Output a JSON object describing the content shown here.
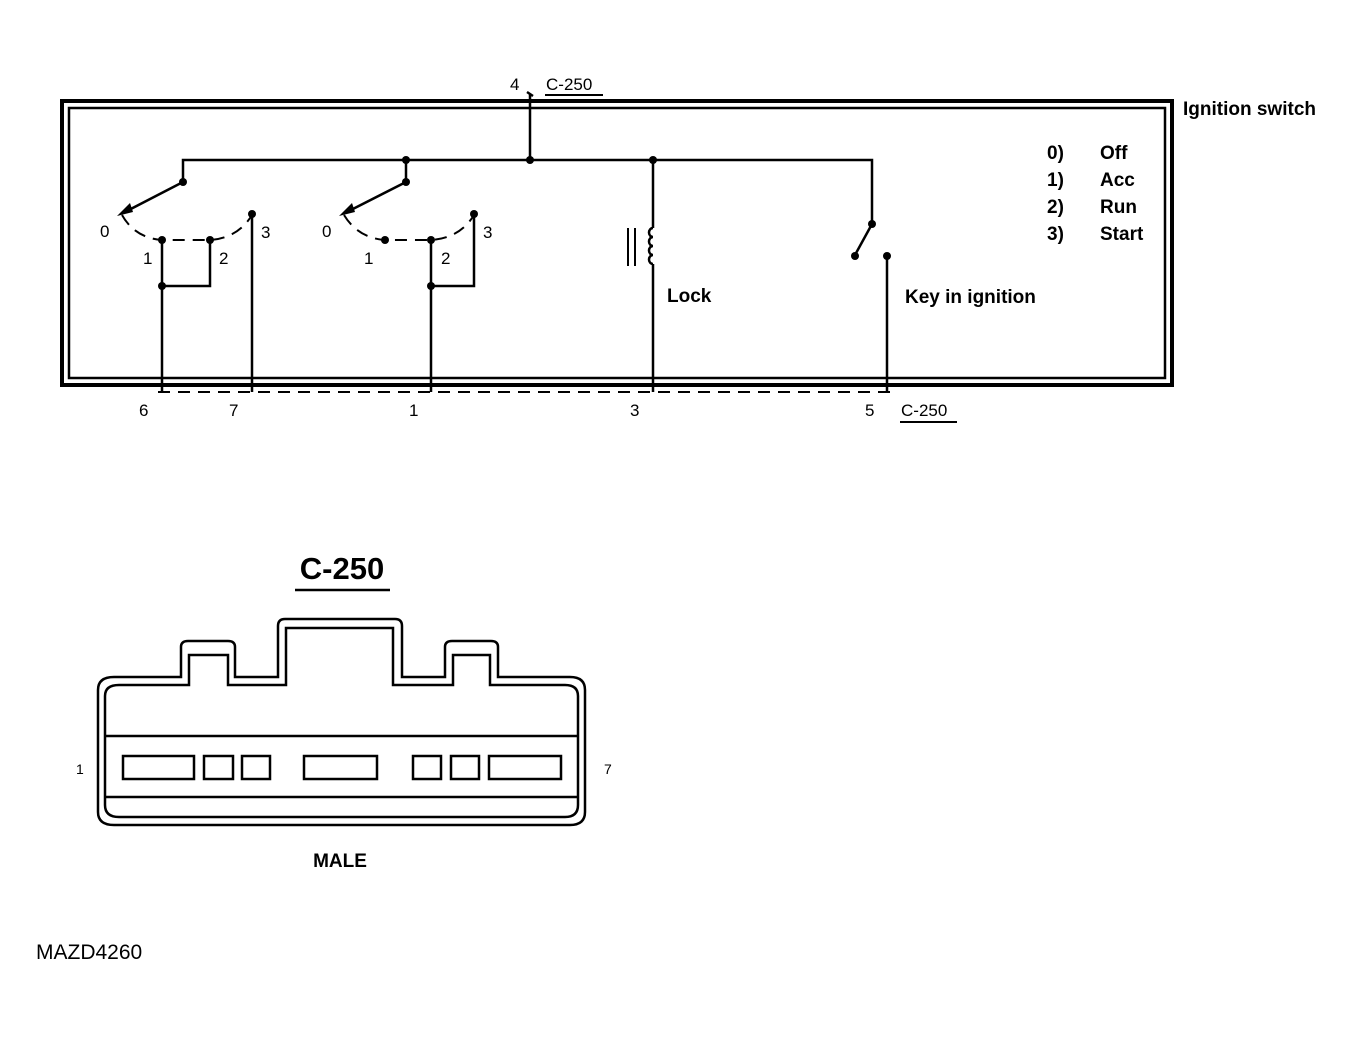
{
  "switch": {
    "title": "Ignition switch",
    "top_pin": "4",
    "top_connector": "C-250",
    "bottom_connector": "C-250",
    "bottom_pins": [
      "6",
      "7",
      "1",
      "3",
      "5"
    ],
    "wafer1_positions": [
      "0",
      "1",
      "2",
      "3"
    ],
    "wafer2_positions": [
      "0",
      "1",
      "2",
      "3"
    ],
    "lock_label": "Lock",
    "key_label": "Key in ignition"
  },
  "legend": {
    "items": [
      {
        "code": "0)",
        "label": "Off"
      },
      {
        "code": "1)",
        "label": "Acc"
      },
      {
        "code": "2)",
        "label": "Run"
      },
      {
        "code": "3)",
        "label": "Start"
      }
    ]
  },
  "connector": {
    "title": "C-250",
    "left_pin": "1",
    "right_pin": "7",
    "gender": "MALE"
  },
  "figure_id": "MAZD4260"
}
